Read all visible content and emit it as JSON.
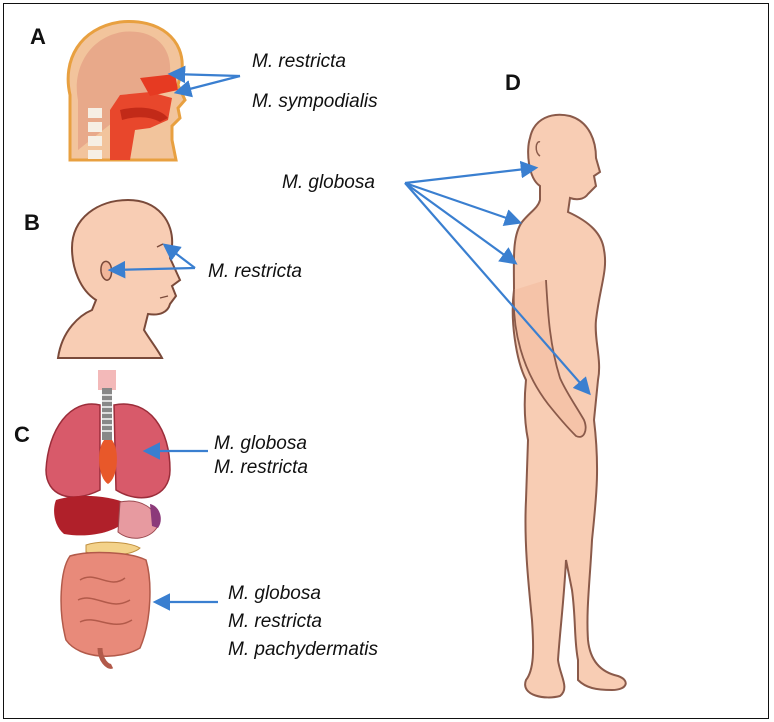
{
  "panels": {
    "a": {
      "letter": "A",
      "labels": [
        "M. restricta",
        "M. sympodialis"
      ]
    },
    "b": {
      "letter": "B",
      "labels": [
        "M. restricta"
      ]
    },
    "c": {
      "letter": "C",
      "lung_labels": [
        "M. globosa",
        "M. restricta"
      ],
      "gut_labels": [
        "M. globosa",
        "M. restricta",
        "M. pachydermatis"
      ]
    },
    "d": {
      "letter": "D",
      "labels": [
        "M. globosa"
      ]
    }
  },
  "colors": {
    "arrow": "#3a7fd0",
    "skin": "#f8cdb4",
    "skin_outline": "#8a5a4a",
    "lung": "#d85a6a",
    "liver": "#b0202a",
    "intestine": "#e88a7a",
    "airway": "#e63a22"
  }
}
